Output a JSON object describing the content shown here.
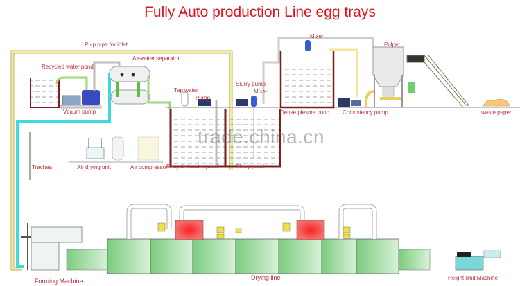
{
  "title": "Fully Auto production Line egg trays",
  "watermark": "trade.china.cn",
  "labels": {
    "pulp_pipe": "Pulp pipe for inlet",
    "recycled_water_pond_top": "Recycled water pond",
    "air_water_separator": "Air-water separator",
    "vacuum_pump": "Vcuum pump",
    "tap_water": "Tap water",
    "pump": "Pump",
    "slurry_pump": "Slurry pump",
    "mixer_small": "Mixer",
    "mixer_top": "Mixer",
    "pulper": "Pulper",
    "dense_plesma_pond": "Dense plesma pond",
    "consistency_pump": "Consistency pump",
    "waste_paper": "waste paper",
    "trachea": "Trachea",
    "air_drying_unit": "Air drying unit",
    "air_compressor": "Air compressor",
    "recycled_water_pond": "Recycled water pond",
    "slurry_pond": "Slurry pond",
    "forming_machine": "Forming Machine",
    "drying_line": "Drying line",
    "height_limit_machine": "Height limit Machine"
  },
  "colors": {
    "title": "#e0141e",
    "label": "#c0303a",
    "pulp_pipe": "#e8e08a",
    "vacuum_pipe": "#3fd8e0",
    "dryer": "#9ad89a",
    "heater": "#e83030",
    "pond_wall": "#7a2020"
  }
}
